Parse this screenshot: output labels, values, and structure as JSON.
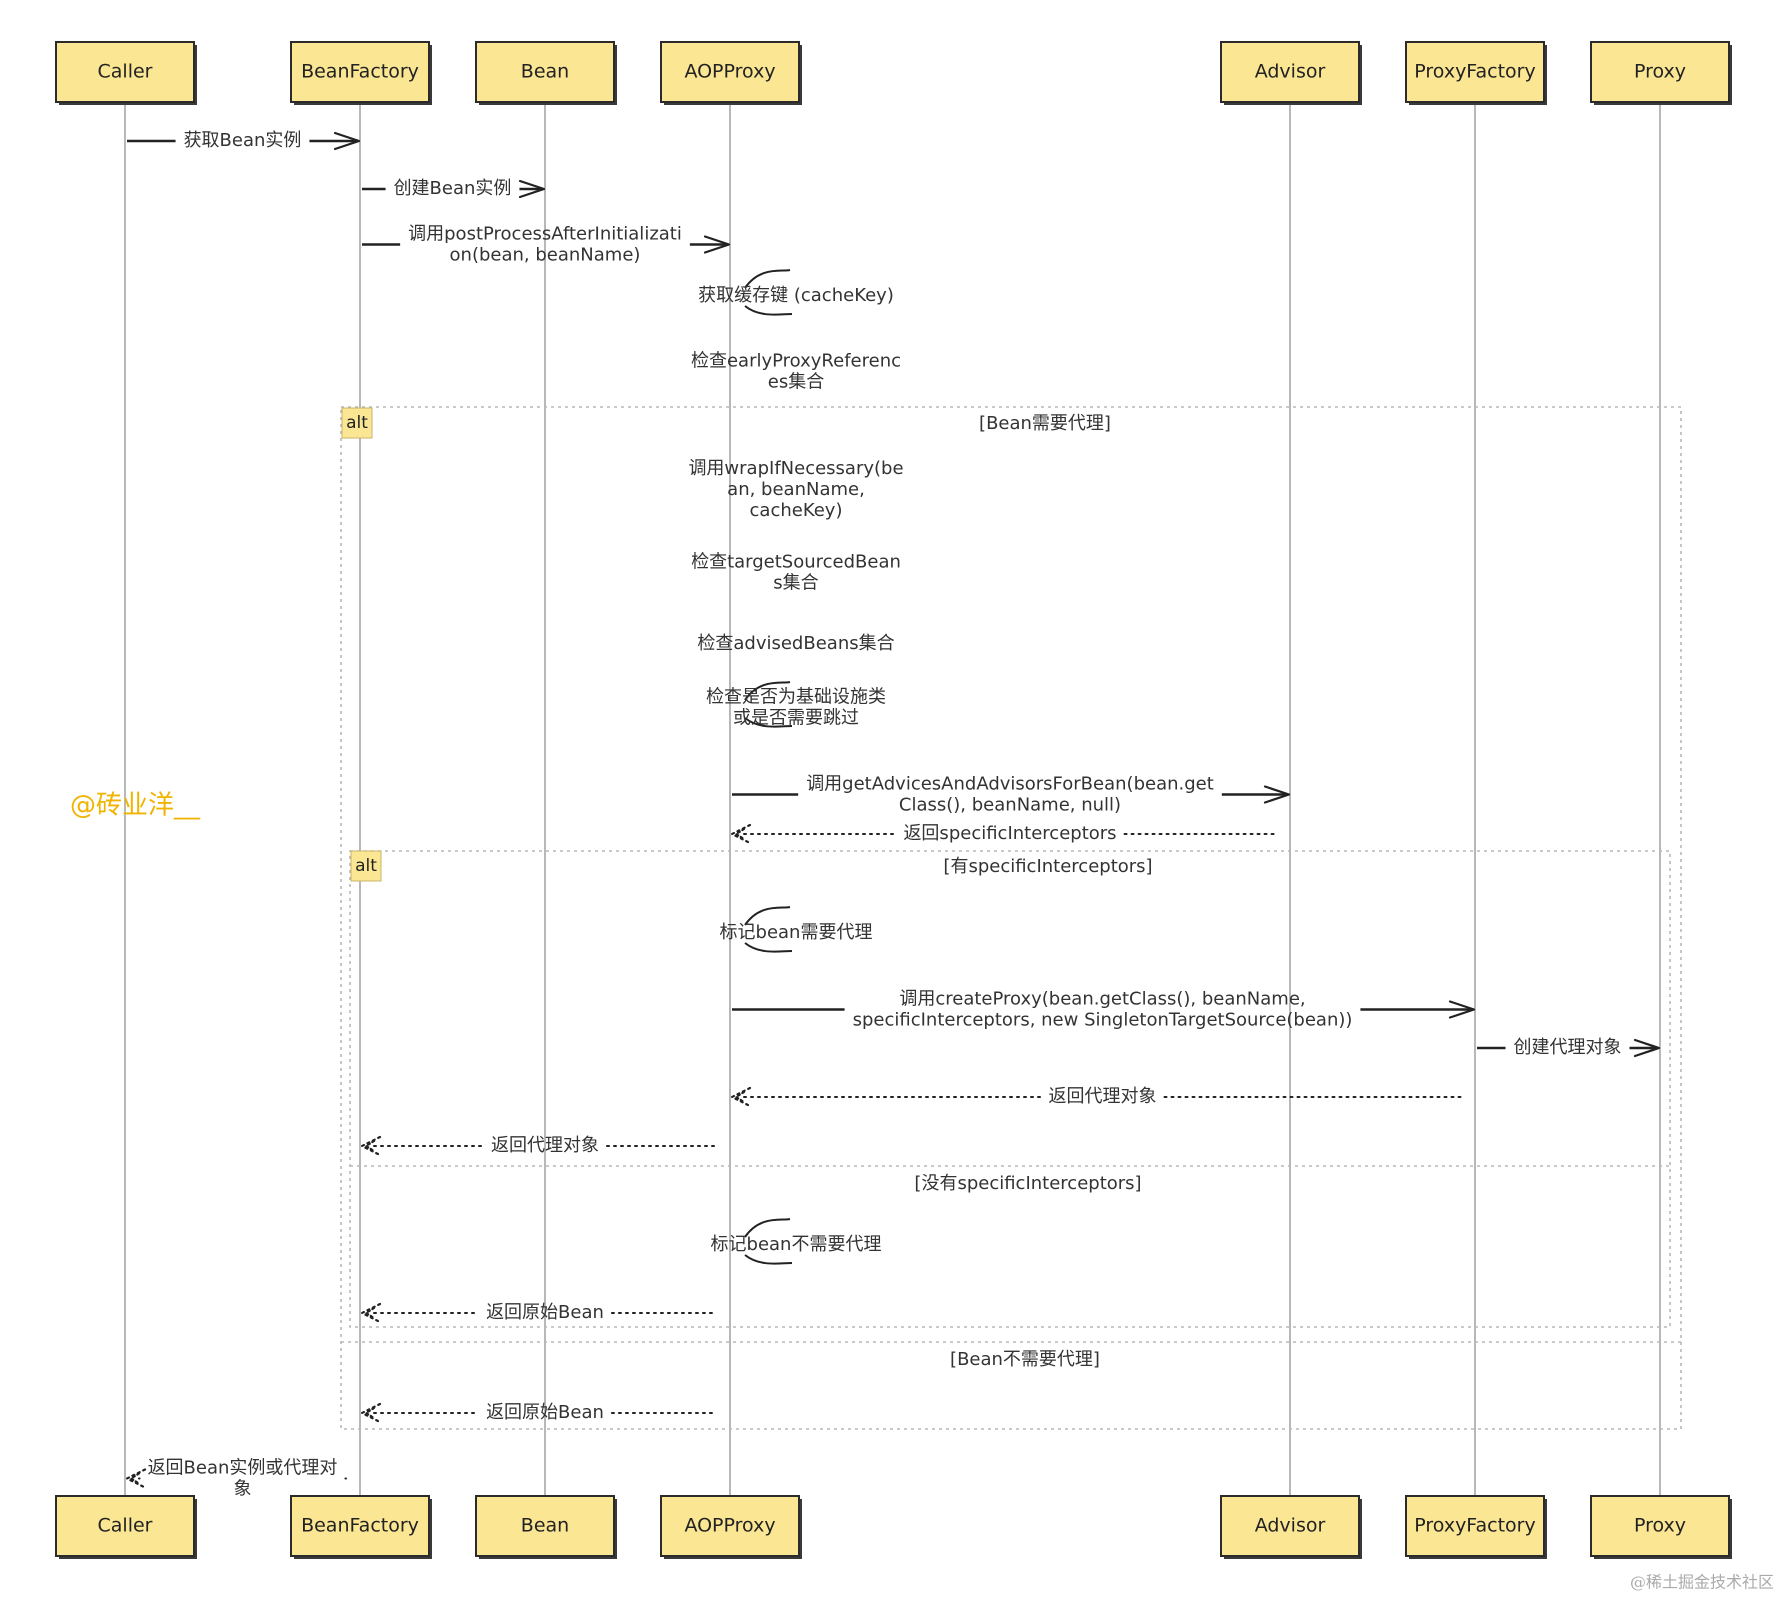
{
  "participants": [
    "Caller",
    "BeanFactory",
    "Bean",
    "AOPProxy",
    "Advisor",
    "ProxyFactory",
    "Proxy"
  ],
  "messages": [
    {
      "from": "Caller",
      "to": "BeanFactory",
      "style": "solid",
      "lines": [
        "获取Bean实例"
      ]
    },
    {
      "from": "BeanFactory",
      "to": "Bean",
      "style": "solid",
      "lines": [
        "创建Bean实例"
      ]
    },
    {
      "from": "BeanFactory",
      "to": "AOPProxy",
      "style": "solid",
      "lines": [
        "调用postProcessAfterInitializati",
        "on(bean, beanName)"
      ]
    },
    {
      "from": "AOPProxy",
      "to": "AOPProxy",
      "style": "self",
      "lines": [
        "获取缓存键 (cacheKey)"
      ]
    },
    {
      "from": "AOPProxy",
      "to": "AOPProxy",
      "style": "self",
      "lines": [
        "检查earlyProxyReferenc",
        "es集合"
      ]
    },
    {
      "from": "AOPProxy",
      "to": "AOPProxy",
      "style": "self",
      "lines": [
        "调用wrapIfNecessary(be",
        "an, beanName,",
        "cacheKey)"
      ]
    },
    {
      "from": "AOPProxy",
      "to": "AOPProxy",
      "style": "self",
      "lines": [
        "检查targetSourcedBean",
        "s集合"
      ]
    },
    {
      "from": "AOPProxy",
      "to": "AOPProxy",
      "style": "self",
      "lines": [
        "检查advisedBeans集合"
      ]
    },
    {
      "from": "AOPProxy",
      "to": "AOPProxy",
      "style": "self",
      "lines": [
        "检查是否为基础设施类",
        "或是否需要跳过"
      ]
    },
    {
      "from": "AOPProxy",
      "to": "Advisor",
      "style": "solid",
      "lines": [
        "调用getAdvicesAndAdvisorsForBean(bean.get",
        "Class(), beanName, null)"
      ]
    },
    {
      "from": "Advisor",
      "to": "AOPProxy",
      "style": "dashed",
      "lines": [
        "返回specificInterceptors"
      ]
    },
    {
      "from": "AOPProxy",
      "to": "AOPProxy",
      "style": "self",
      "lines": [
        "标记bean需要代理"
      ]
    },
    {
      "from": "AOPProxy",
      "to": "ProxyFactory",
      "style": "solid",
      "lines": [
        "调用createProxy(bean.getClass(), beanName,",
        "specificInterceptors, new SingletonTargetSource(bean))"
      ]
    },
    {
      "from": "ProxyFactory",
      "to": "Proxy",
      "style": "solid",
      "lines": [
        "创建代理对象"
      ]
    },
    {
      "from": "ProxyFactory",
      "to": "AOPProxy",
      "style": "dashed",
      "lines": [
        "返回代理对象"
      ]
    },
    {
      "from": "AOPProxy",
      "to": "BeanFactory",
      "style": "dashed",
      "lines": [
        "返回代理对象"
      ]
    },
    {
      "from": "AOPProxy",
      "to": "AOPProxy",
      "style": "self",
      "lines": [
        "标记bean不需要代理"
      ]
    },
    {
      "from": "AOPProxy",
      "to": "BeanFactory",
      "style": "dashed",
      "lines": [
        "返回原始Bean"
      ]
    },
    {
      "from": "AOPProxy",
      "to": "BeanFactory",
      "style": "dashed",
      "lines": [
        "返回原始Bean"
      ]
    },
    {
      "from": "BeanFactory",
      "to": "Caller",
      "style": "dashed",
      "lines": [
        "返回Bean实例或代理对",
        "象"
      ]
    }
  ],
  "fragments": [
    {
      "label": "alt",
      "guards": [
        "[Bean需要代理]",
        "[Bean不需要代理]"
      ]
    },
    {
      "label": "alt",
      "guards": [
        "[有specificInterceptors]",
        "[没有specificInterceptors]"
      ]
    }
  ],
  "watermark": "@砖业洋__",
  "credit": "@稀土掘金技术社区"
}
